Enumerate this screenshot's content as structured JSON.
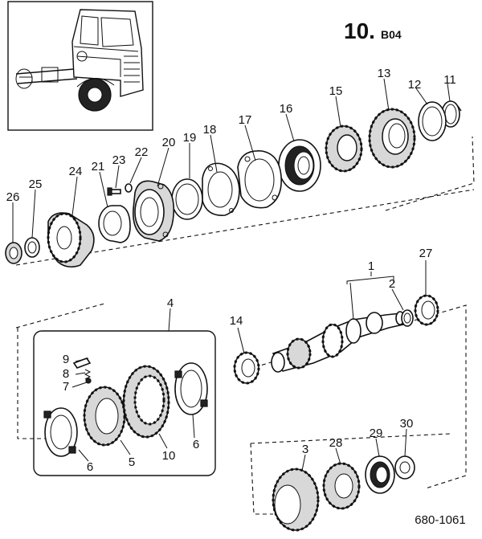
{
  "header": {
    "section_number": "10.",
    "section_code": "B04"
  },
  "drawing_number": "680-1061",
  "callouts": {
    "p1": "1",
    "p2": "2",
    "p3": "3",
    "p4": "4",
    "p5": "5",
    "p6a": "6",
    "p6b": "6",
    "p7": "7",
    "p8": "8",
    "p9": "9",
    "p10": "10",
    "p11": "11",
    "p12": "12",
    "p13": "13",
    "p14": "14",
    "p15": "15",
    "p16": "16",
    "p17": "17",
    "p18": "18",
    "p19": "19",
    "p20": "20",
    "p21": "21",
    "p22": "22",
    "p23": "23",
    "p24": "24",
    "p25": "25",
    "p26": "26",
    "p27": "27",
    "p28": "28",
    "p29": "29",
    "p30": "30"
  }
}
